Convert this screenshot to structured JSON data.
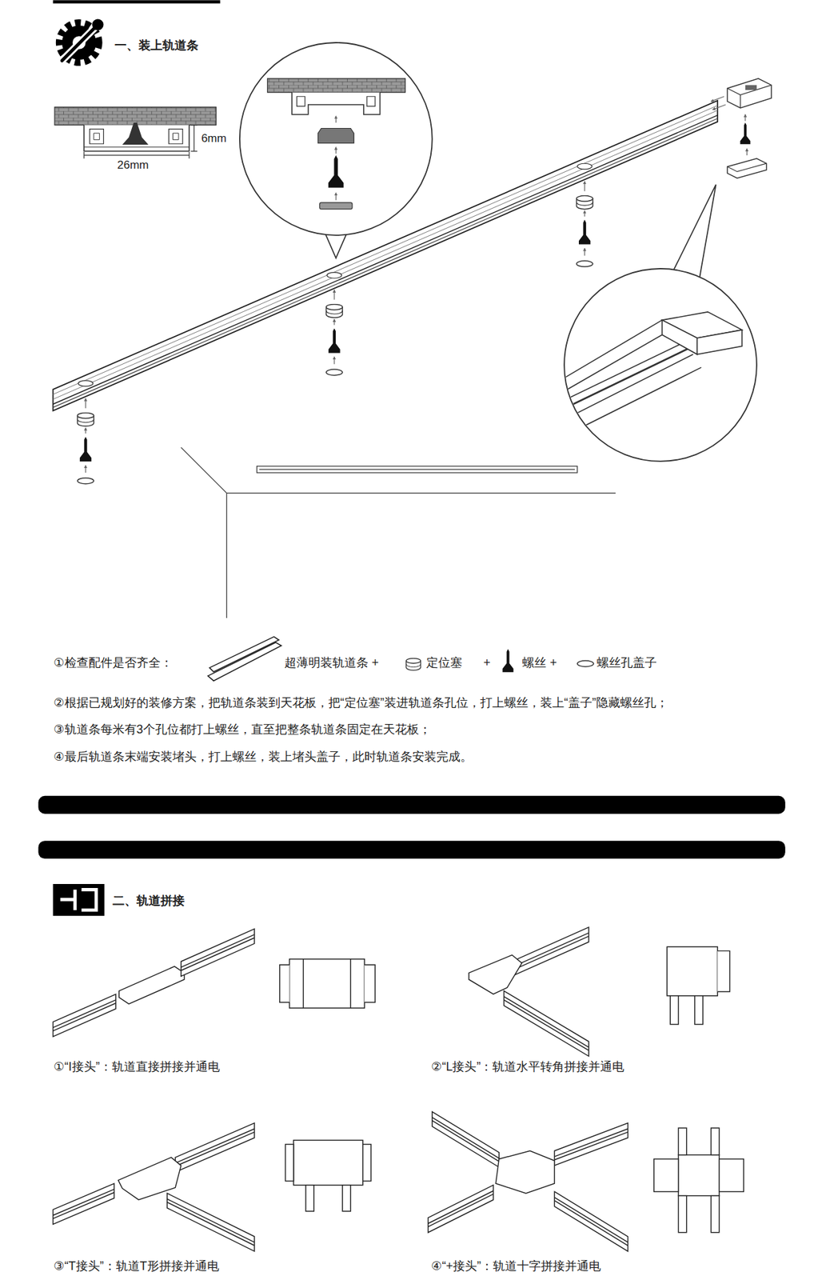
{
  "diagram": {
    "labels": [
      "一、装上轨道条",
      "6mm",
      "26mm",
      "①检查配件是否齐全：",
      "超薄明装轨道条 +",
      "定位塞",
      "+",
      "螺丝 +",
      "螺丝孔盖子",
      "②根据已规划好的装修方案，把轨道条装到天花板，把“定位塞”装进轨道条孔位，打上螺丝，装上“盖子”隐藏螺丝孔；",
      "③轨道条每米有3个孔位都打上螺丝，直至把整条轨道条固定在天花板；",
      "④最后轨道条末端安装堵头，打上螺丝，装上堵头盖子，此时轨道条安装完成。",
      "二、轨道拼接",
      "①“I接头”：轨道直接拼接并通电",
      "②“L接头”：轨道水平转角拼接并通电",
      "③“T接头”：轨道T形拼接并通电",
      "④“+接头”：轨道十字拼接并通电"
    ]
  }
}
